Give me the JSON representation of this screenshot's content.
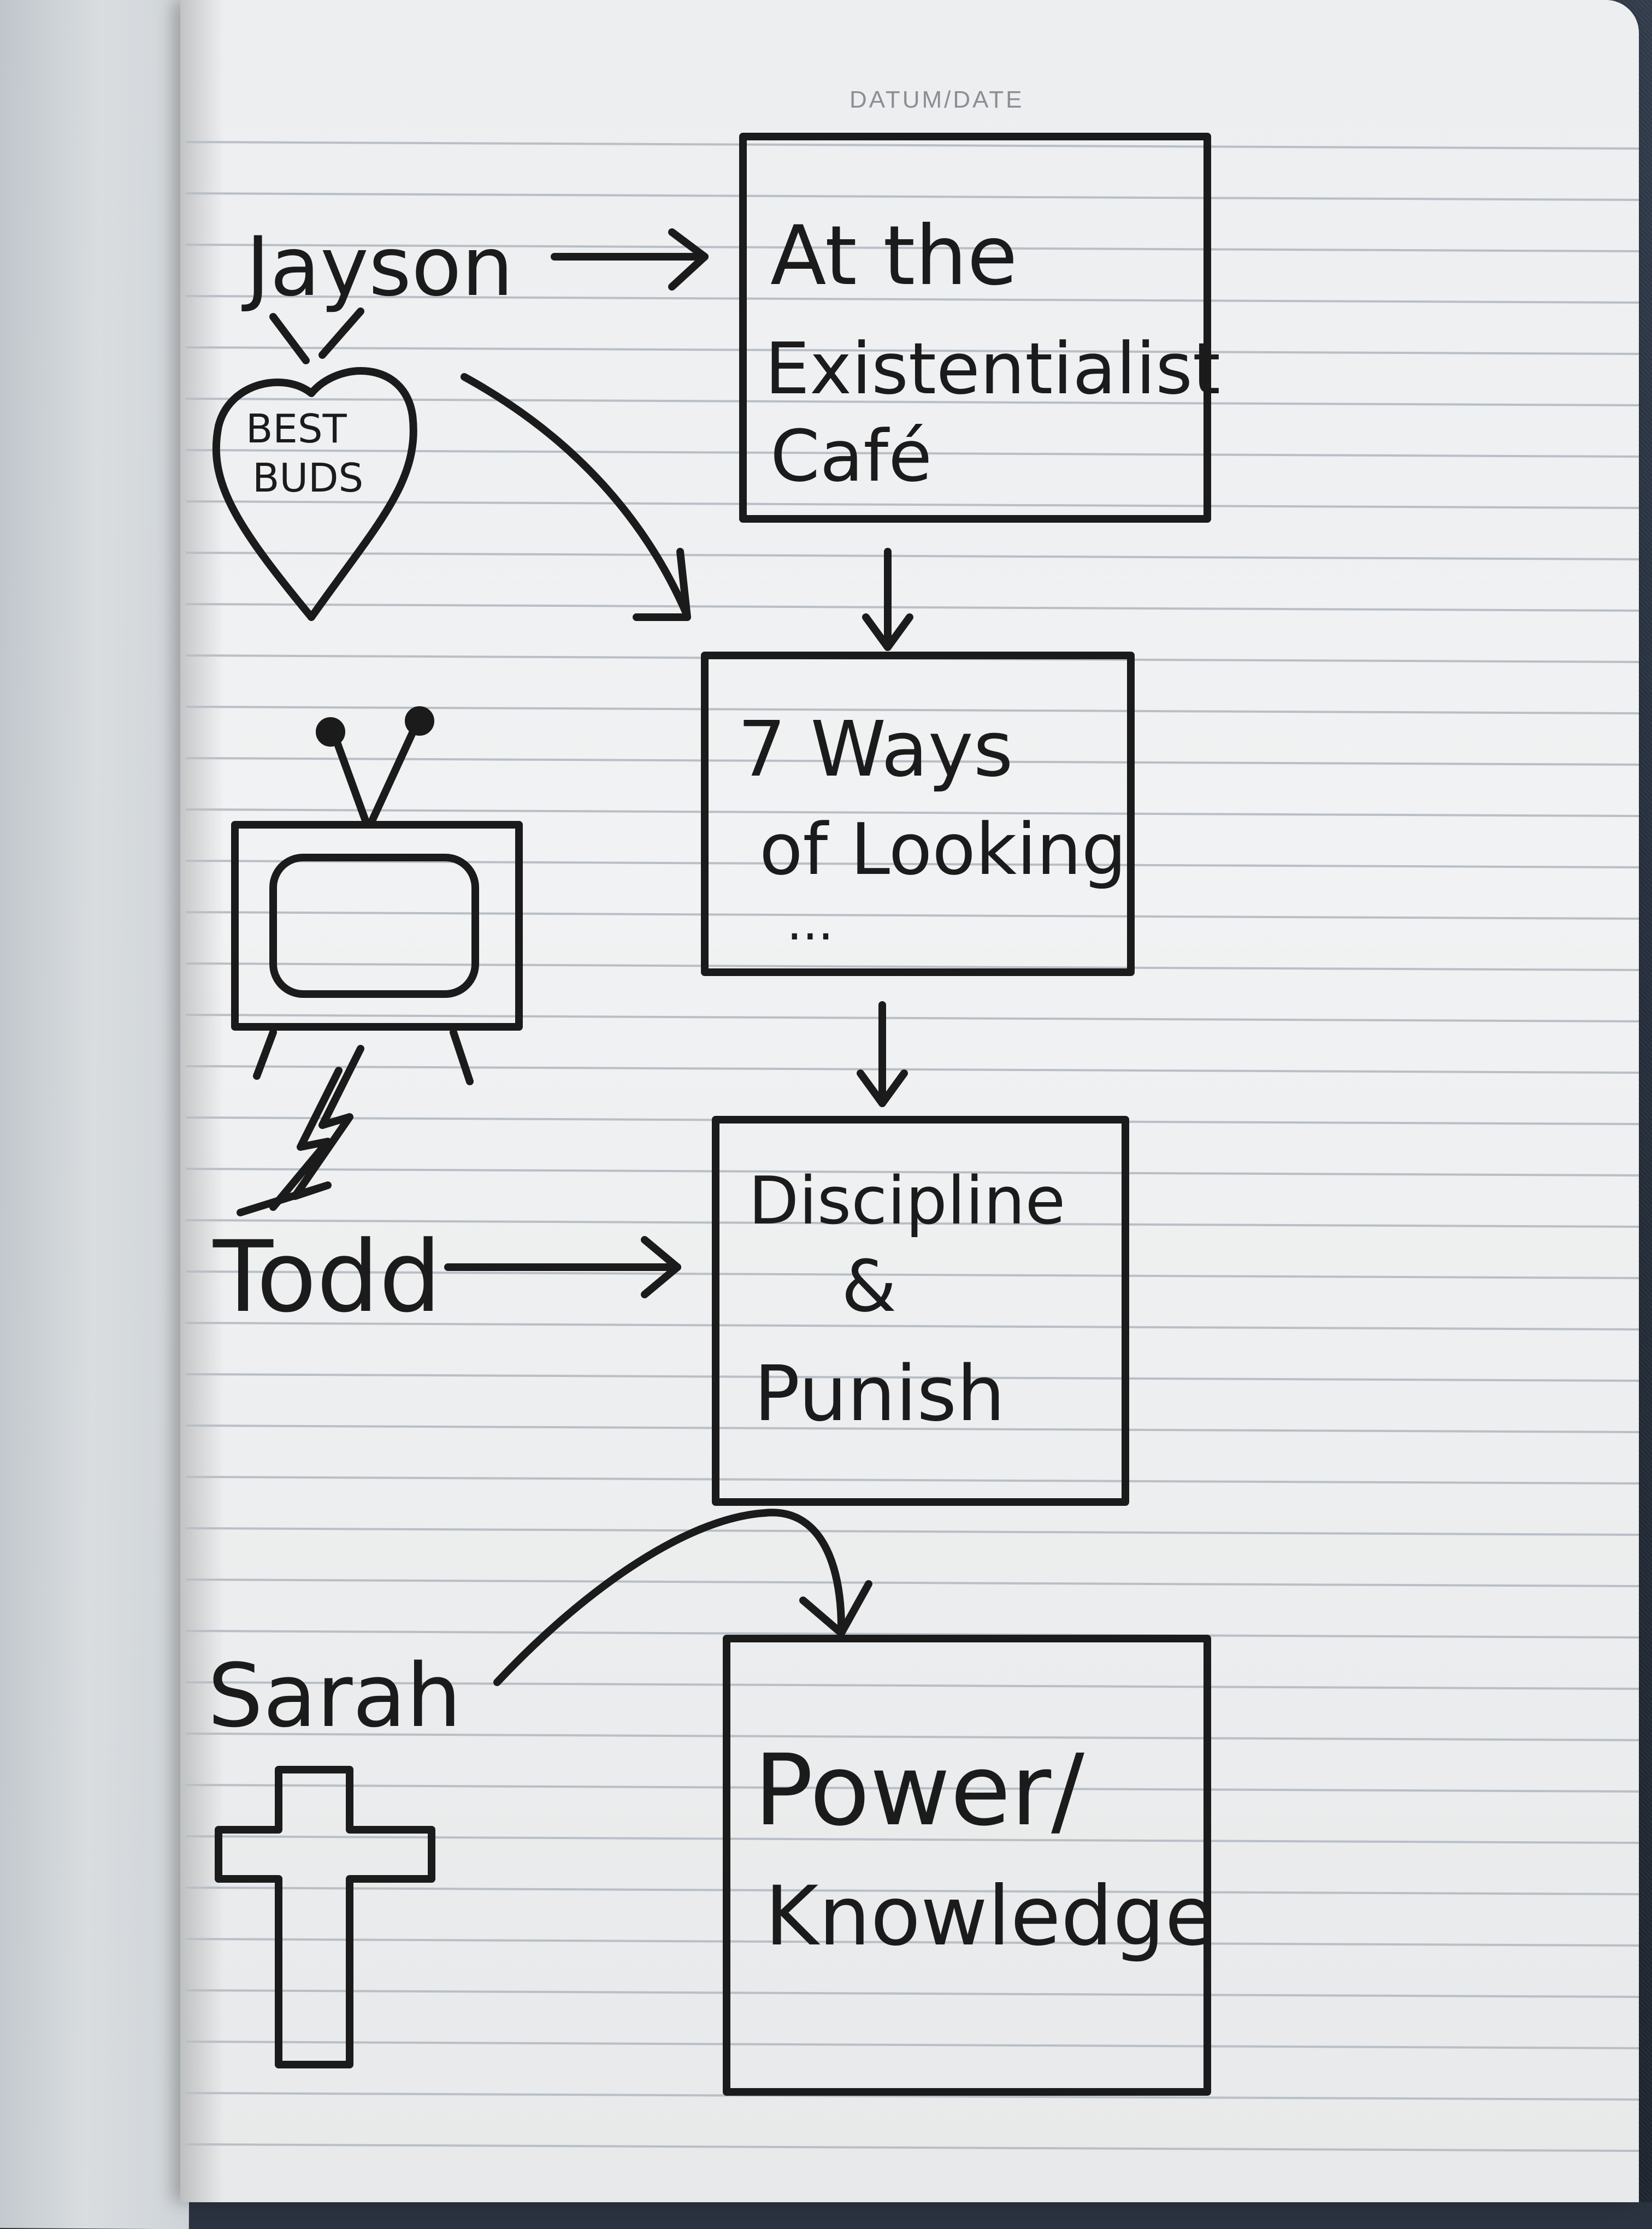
{
  "header": {
    "date_label": "DATUM/DATE"
  },
  "people": {
    "jayson": "Jayson",
    "todd": "Todd",
    "sarah": "Sarah",
    "heart_line1": "BEST",
    "heart_line2": "BUDS"
  },
  "books": [
    {
      "lines": [
        "At the",
        "Existentialist",
        "Café"
      ]
    },
    {
      "lines": [
        "7 Ways",
        "of Looking",
        "..."
      ]
    },
    {
      "lines": [
        "Discipline",
        "&",
        "Punish"
      ]
    },
    {
      "lines": [
        "Power/",
        "Knowledge"
      ]
    }
  ],
  "icons": [
    "heart-icon",
    "tv-icon",
    "lightning-icon",
    "cross-icon"
  ],
  "colors": {
    "ink": "#1b1b1b",
    "paper": "#eef0f1",
    "rule": "#b8bfc6",
    "background": "#2b3340"
  }
}
